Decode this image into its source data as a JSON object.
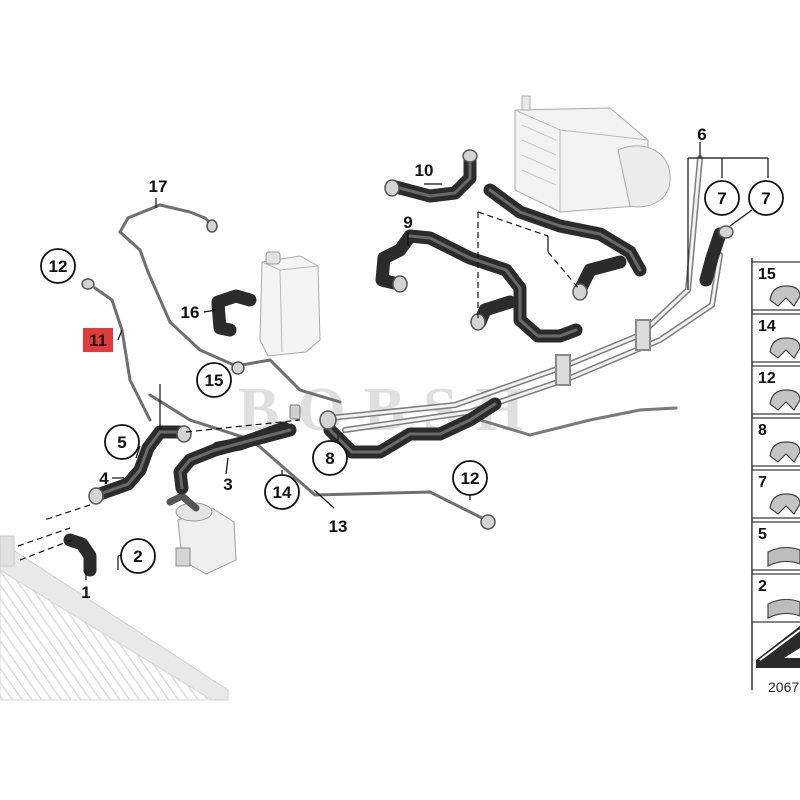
{
  "watermark": "BOBSH",
  "diagram_ref": "2067",
  "highlight_color": "#e23b3b",
  "callouts": [
    {
      "label": "1",
      "circled": false
    },
    {
      "label": "2",
      "circled": true
    },
    {
      "label": "3",
      "circled": false
    },
    {
      "label": "4",
      "circled": false
    },
    {
      "label": "5",
      "circled": true
    },
    {
      "label": "6",
      "circled": false
    },
    {
      "label": "7",
      "circled": true
    },
    {
      "label": "7",
      "circled": true
    },
    {
      "label": "8",
      "circled": true
    },
    {
      "label": "9",
      "circled": false
    },
    {
      "label": "10",
      "circled": false
    },
    {
      "label": "11",
      "circled": false,
      "highlighted": true
    },
    {
      "label": "12",
      "circled": true
    },
    {
      "label": "12",
      "circled": true
    },
    {
      "label": "13",
      "circled": false
    },
    {
      "label": "14",
      "circled": true
    },
    {
      "label": "15",
      "circled": true
    },
    {
      "label": "16",
      "circled": false
    },
    {
      "label": "17",
      "circled": false
    }
  ],
  "side_panel": {
    "items": [
      "15",
      "14",
      "12",
      "8",
      "7",
      "5",
      "2"
    ]
  }
}
